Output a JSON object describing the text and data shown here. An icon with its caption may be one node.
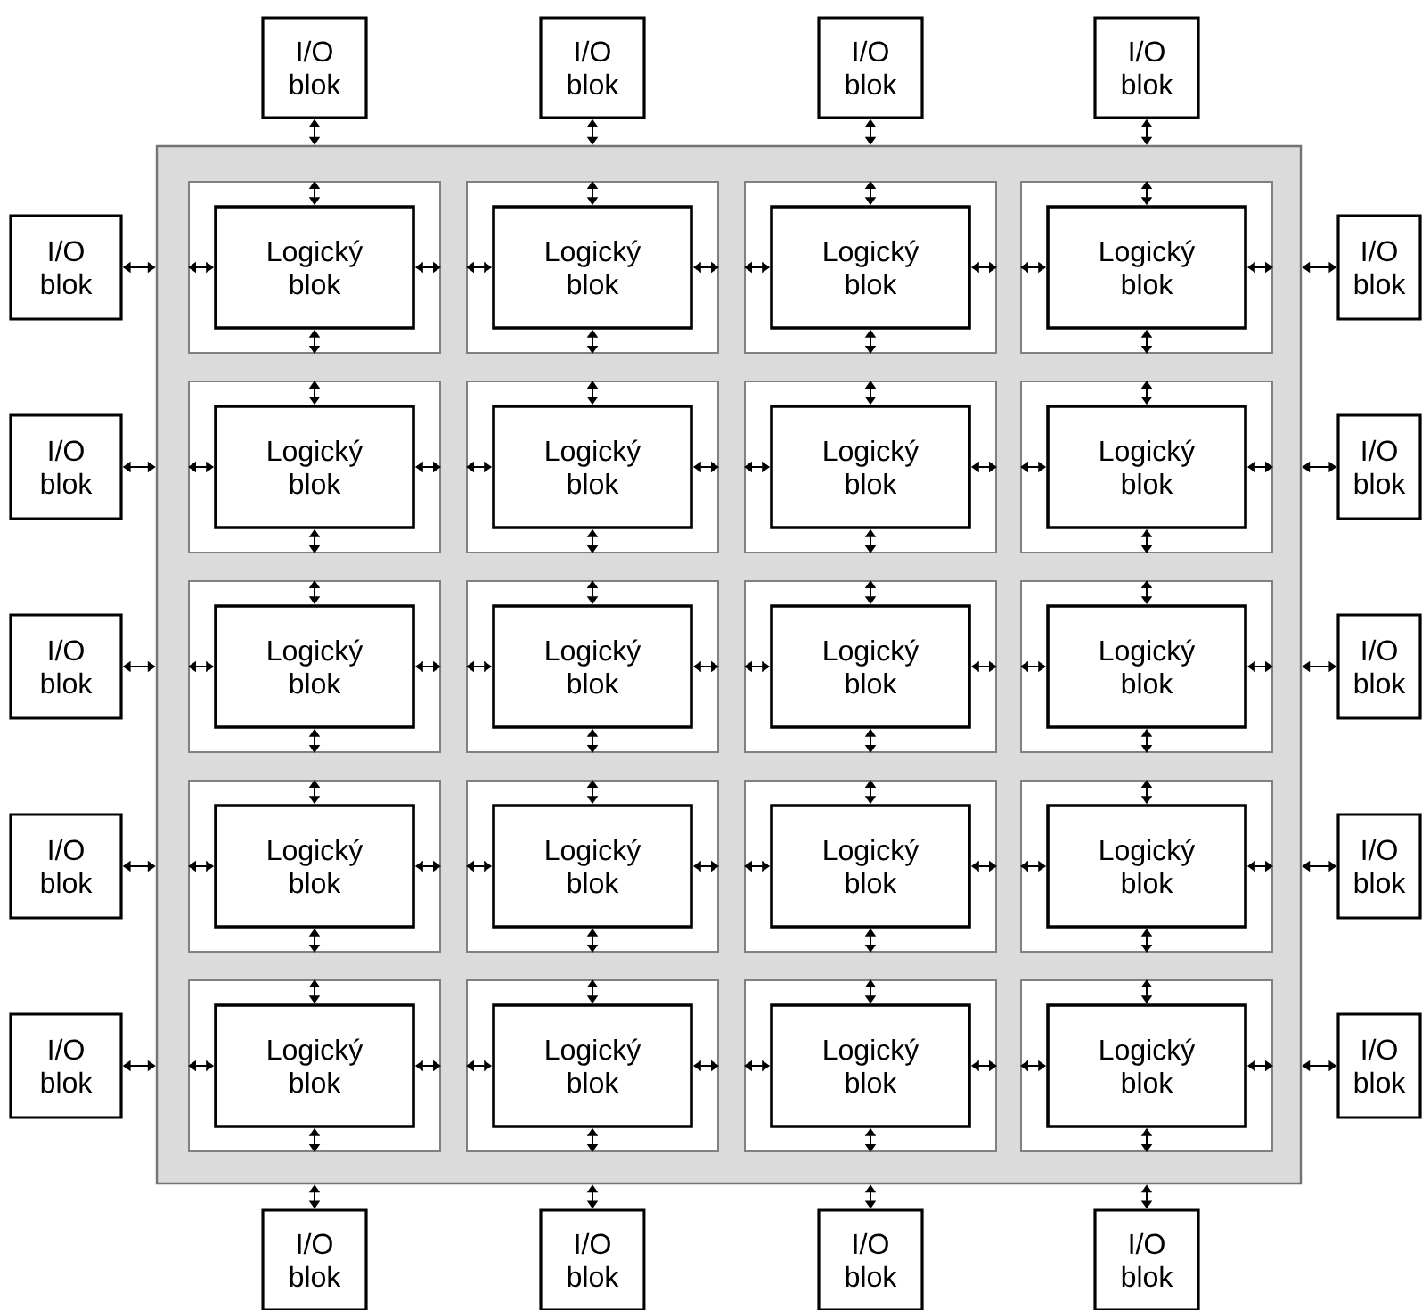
{
  "diagram": {
    "nodes": [
      {
        "text": [],
        "shape": "box"
      },
      {
        "text": [
          "I/O blok"
        ]
      },
      {
        "text": [
          "I/O blok"
        ]
      },
      {
        "text": [
          "I/O blok"
        ]
      },
      {
        "text": [
          "I/O blok"
        ]
      },
      {
        "text": [
          "I/O blok"
        ]
      },
      {
        "text": [],
        "shape": "box",
        "in": 0
      },
      {
        "text": [
          "Logický blok"
        ],
        "in": 6
      },
      {
        "text": [],
        "shape": "box",
        "in": 0
      },
      {
        "text": [
          "Logický blok"
        ],
        "in": 8
      },
      {
        "text": [],
        "shape": "box",
        "in": 0
      },
      {
        "text": [
          "Logický blok"
        ],
        "in": 10
      },
      {
        "text": [],
        "shape": "box",
        "in": 0
      },
      {
        "text": [
          "Logický blok"
        ],
        "in": 12
      },
      {
        "text": [
          "I/O blok"
        ]
      },
      {
        "text": [
          "I/O blok"
        ]
      },
      {
        "text": [],
        "shape": "box",
        "in": 0
      },
      {
        "text": [
          "Logický blok"
        ],
        "in": 16
      },
      {
        "text": [],
        "shape": "box",
        "in": 0
      },
      {
        "text": [
          "Logický blok"
        ],
        "in": 18
      },
      {
        "text": [],
        "shape": "box",
        "in": 0
      },
      {
        "text": [
          "Logický blok"
        ],
        "in": 20
      },
      {
        "text": [],
        "shape": "box",
        "in": 0
      },
      {
        "text": [
          "Logický blok"
        ],
        "in": 22
      },
      {
        "text": [
          "I/O blok"
        ]
      },
      {
        "text": [
          "I/O blok"
        ]
      },
      {
        "text": [],
        "shape": "box",
        "in": 0
      },
      {
        "text": [
          "Logický blok"
        ],
        "in": 26
      },
      {
        "text": [],
        "shape": "box",
        "in": 0
      },
      {
        "text": [
          "Logický blok"
        ],
        "in": 28
      },
      {
        "text": [],
        "shape": "box",
        "in": 0
      },
      {
        "text": [
          "Logický blok"
        ],
        "in": 30
      },
      {
        "text": [],
        "shape": "box",
        "in": 0
      },
      {
        "text": [
          "Logický blok"
        ],
        "in": 32
      },
      {
        "text": [
          "I/O blok"
        ]
      },
      {
        "text": [
          "I/O blok"
        ]
      },
      {
        "text": [],
        "shape": "box",
        "in": 0
      },
      {
        "text": [
          "Logický blok"
        ],
        "in": 36
      },
      {
        "text": [],
        "shape": "box",
        "in": 0
      },
      {
        "text": [
          "Logický blok"
        ],
        "in": 38
      },
      {
        "text": [],
        "shape": "box",
        "in": 0
      },
      {
        "text": [
          "Logický blok"
        ],
        "in": 40
      },
      {
        "text": [],
        "shape": "box",
        "in": 0
      },
      {
        "text": [
          "Logický blok"
        ],
        "in": 42
      },
      {
        "text": [
          "I/O blok"
        ]
      },
      {
        "text": [
          "I/O blok"
        ]
      },
      {
        "text": [],
        "shape": "box",
        "in": 0
      },
      {
        "text": [
          "Logický blok"
        ],
        "in": 46
      },
      {
        "text": [],
        "shape": "box",
        "in": 0
      },
      {
        "text": [
          "Logický blok"
        ],
        "in": 48
      },
      {
        "text": [],
        "shape": "box",
        "in": 0
      },
      {
        "text": [
          "Logický blok"
        ],
        "in": 50
      },
      {
        "text": [],
        "shape": "box",
        "in": 0
      },
      {
        "text": [
          "Logický blok"
        ],
        "in": 52
      },
      {
        "text": [
          "I/O blok"
        ]
      },
      {
        "text": [
          "I/O blok"
        ]
      },
      {
        "text": [
          "I/O blok"
        ]
      },
      {
        "text": [
          "I/O blok"
        ]
      },
      {
        "text": [
          "I/O blok"
        ]
      }
    ],
    "edges": [
      {
        "from": 1,
        "to": 0,
        "arrow": "both"
      },
      {
        "from": 2,
        "to": 0,
        "arrow": "both"
      },
      {
        "from": 3,
        "to": 0,
        "arrow": "both"
      },
      {
        "from": 4,
        "to": 0,
        "arrow": "both"
      },
      {
        "from": 5,
        "to": 0,
        "arrow": "both"
      },
      {
        "from": 7,
        "to": 6,
        "arrow": "both"
      },
      {
        "from": 7,
        "to": 6,
        "arrow": "both"
      },
      {
        "from": 7,
        "to": 6,
        "arrow": "both"
      },
      {
        "from": 7,
        "to": 6,
        "arrow": "both"
      },
      {
        "from": 9,
        "to": 8,
        "arrow": "both"
      },
      {
        "from": 9,
        "to": 8,
        "arrow": "both"
      },
      {
        "from": 9,
        "to": 8,
        "arrow": "both"
      },
      {
        "from": 9,
        "to": 8,
        "arrow": "both"
      },
      {
        "from": 11,
        "to": 10,
        "arrow": "both"
      },
      {
        "from": 11,
        "to": 10,
        "arrow": "both"
      },
      {
        "from": 11,
        "to": 10,
        "arrow": "both"
      },
      {
        "from": 11,
        "to": 10,
        "arrow": "both"
      },
      {
        "from": 13,
        "to": 12,
        "arrow": "both"
      },
      {
        "from": 13,
        "to": 12,
        "arrow": "both"
      },
      {
        "from": 13,
        "to": 12,
        "arrow": "both"
      },
      {
        "from": 13,
        "to": 12,
        "arrow": "both"
      },
      {
        "from": 14,
        "to": 0,
        "arrow": "both"
      },
      {
        "from": 15,
        "to": 0,
        "arrow": "both"
      },
      {
        "from": 17,
        "to": 16,
        "arrow": "both"
      },
      {
        "from": 17,
        "to": 16,
        "arrow": "both"
      },
      {
        "from": 17,
        "to": 16,
        "arrow": "both"
      },
      {
        "from": 17,
        "to": 16,
        "arrow": "both"
      },
      {
        "from": 19,
        "to": 18,
        "arrow": "both"
      },
      {
        "from": 19,
        "to": 18,
        "arrow": "both"
      },
      {
        "from": 19,
        "to": 18,
        "arrow": "both"
      },
      {
        "from": 19,
        "to": 18,
        "arrow": "both"
      },
      {
        "from": 21,
        "to": 20,
        "arrow": "both"
      },
      {
        "from": 21,
        "to": 20,
        "arrow": "both"
      },
      {
        "from": 21,
        "to": 20,
        "arrow": "both"
      },
      {
        "from": 21,
        "to": 20,
        "arrow": "both"
      },
      {
        "from": 23,
        "to": 22,
        "arrow": "both"
      },
      {
        "from": 23,
        "to": 22,
        "arrow": "both"
      },
      {
        "from": 23,
        "to": 22,
        "arrow": "both"
      },
      {
        "from": 23,
        "to": 22,
        "arrow": "both"
      },
      {
        "from": 24,
        "to": 0,
        "arrow": "both"
      },
      {
        "from": 25,
        "to": 0,
        "arrow": "both"
      },
      {
        "from": 27,
        "to": 26,
        "arrow": "both"
      },
      {
        "from": 27,
        "to": 26,
        "arrow": "both"
      },
      {
        "from": 27,
        "to": 26,
        "arrow": "both"
      },
      {
        "from": 27,
        "to": 26,
        "arrow": "both"
      },
      {
        "from": 29,
        "to": 28,
        "arrow": "both"
      },
      {
        "from": 29,
        "to": 28,
        "arrow": "both"
      },
      {
        "from": 29,
        "to": 28,
        "arrow": "both"
      },
      {
        "from": 29,
        "to": 28,
        "arrow": "both"
      },
      {
        "from": 31,
        "to": 30,
        "arrow": "both"
      },
      {
        "from": 31,
        "to": 30,
        "arrow": "both"
      },
      {
        "from": 31,
        "to": 30,
        "arrow": "both"
      },
      {
        "from": 31,
        "to": 30,
        "arrow": "both"
      },
      {
        "from": 33,
        "to": 32,
        "arrow": "both"
      },
      {
        "from": 33,
        "to": 32,
        "arrow": "both"
      },
      {
        "from": 33,
        "to": 32,
        "arrow": "both"
      },
      {
        "from": 33,
        "to": 32,
        "arrow": "both"
      },
      {
        "from": 34,
        "to": 0,
        "arrow": "both"
      },
      {
        "from": 35,
        "to": 0,
        "arrow": "both"
      },
      {
        "from": 37,
        "to": 36,
        "arrow": "both"
      },
      {
        "from": 37,
        "to": 36,
        "arrow": "both"
      },
      {
        "from": 37,
        "to": 36,
        "arrow": "both"
      },
      {
        "from": 37,
        "to": 36,
        "arrow": "both"
      },
      {
        "from": 39,
        "to": 38,
        "arrow": "both"
      },
      {
        "from": 39,
        "to": 38,
        "arrow": "both"
      },
      {
        "from": 39,
        "to": 38,
        "arrow": "both"
      },
      {
        "from": 39,
        "to": 38,
        "arrow": "both"
      },
      {
        "from": 41,
        "to": 40,
        "arrow": "both"
      },
      {
        "from": 41,
        "to": 40,
        "arrow": "both"
      },
      {
        "from": 41,
        "to": 40,
        "arrow": "both"
      },
      {
        "from": 41,
        "to": 40,
        "arrow": "both"
      },
      {
        "from": 43,
        "to": 42,
        "arrow": "both"
      },
      {
        "from": 43,
        "to": 42,
        "arrow": "both"
      },
      {
        "from": 43,
        "to": 42,
        "arrow": "both"
      },
      {
        "from": 43,
        "to": 42,
        "arrow": "both"
      },
      {
        "from": 44,
        "to": 0,
        "arrow": "both"
      },
      {
        "from": 45,
        "to": 0,
        "arrow": "both"
      },
      {
        "from": 47,
        "to": 46,
        "arrow": "both"
      },
      {
        "from": 47,
        "to": 46,
        "arrow": "both"
      },
      {
        "from": 47,
        "to": 46,
        "arrow": "both"
      },
      {
        "from": 47,
        "to": 46,
        "arrow": "both"
      },
      {
        "from": 49,
        "to": 48,
        "arrow": "both"
      },
      {
        "from": 49,
        "to": 48,
        "arrow": "both"
      },
      {
        "from": 49,
        "to": 48,
        "arrow": "both"
      },
      {
        "from": 49,
        "to": 48,
        "arrow": "both"
      },
      {
        "from": 51,
        "to": 50,
        "arrow": "both"
      },
      {
        "from": 51,
        "to": 50,
        "arrow": "both"
      },
      {
        "from": 51,
        "to": 50,
        "arrow": "both"
      },
      {
        "from": 51,
        "to": 50,
        "arrow": "both"
      },
      {
        "from": 53,
        "to": 52,
        "arrow": "both"
      },
      {
        "from": 53,
        "to": 52,
        "arrow": "both"
      },
      {
        "from": 53,
        "to": 52,
        "arrow": "both"
      },
      {
        "from": 53,
        "to": 52,
        "arrow": "both"
      },
      {
        "from": 54,
        "to": 0,
        "arrow": "both"
      },
      {
        "from": 55,
        "to": 0,
        "arrow": "both"
      },
      {
        "from": 56,
        "to": 0,
        "arrow": "both"
      },
      {
        "from": 57,
        "to": 0,
        "arrow": "both"
      },
      {
        "from": 58,
        "to": 0,
        "arrow": "both"
      }
    ]
  }
}
